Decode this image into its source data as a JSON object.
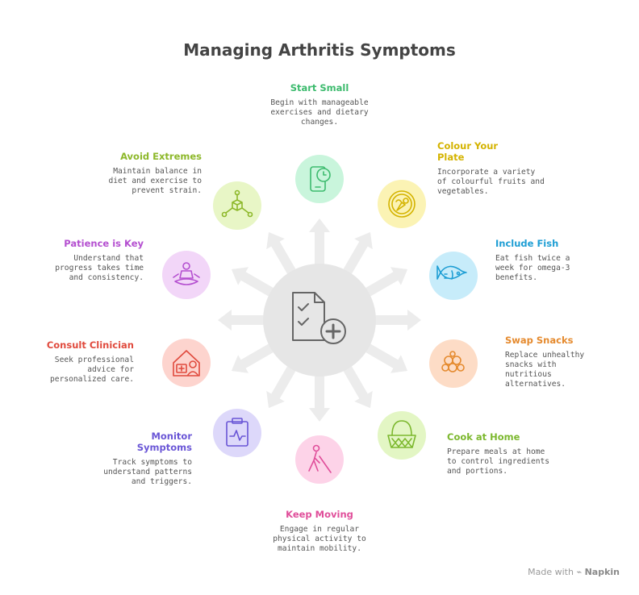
{
  "title": "Managing Arthritis Symptoms",
  "colors": {
    "hub": "#e6e6e6",
    "arrow": "#ececec",
    "icon_stroke": "#555555"
  },
  "items": [
    {
      "title": "Start Small",
      "description": "Begin with manageable\nexercises and dietary\nchanges.",
      "color": "#3dbb6e",
      "bg": "#c9f5dc",
      "icon": "phone-clock-icon"
    },
    {
      "title": "Colour Your\nPlate",
      "description": "Incorporate a variety\nof colourful fruits and\nvegetables.",
      "color": "#d4b300",
      "bg": "#fbf3b4",
      "icon": "plate-vegetables-icon"
    },
    {
      "title": "Include Fish",
      "description": "Eat fish twice a\nweek for omega-3\nbenefits.",
      "color": "#1e9ed4",
      "bg": "#c7ecfa",
      "icon": "fish-icon"
    },
    {
      "title": "Swap Snacks",
      "description": "Replace unhealthy\nsnacks with\nnutritious\nalternatives.",
      "color": "#e58a2e",
      "bg": "#fddcc6",
      "icon": "berry-icon"
    },
    {
      "title": "Cook at Home",
      "description": "Prepare meals at home\nto control ingredients\nand portions.",
      "color": "#7cb82e",
      "bg": "#e3f6c4",
      "icon": "basket-icon"
    },
    {
      "title": "Keep Moving",
      "description": "Engage in regular\nphysical activity to\nmaintain mobility.",
      "color": "#e04e9a",
      "bg": "#fdd3e8",
      "icon": "walking-cane-icon"
    },
    {
      "title": "Monitor\nSymptoms",
      "description": "Track symptoms to\nunderstand patterns\nand triggers.",
      "color": "#6a56d6",
      "bg": "#ddd8fa",
      "icon": "clipboard-pulse-icon"
    },
    {
      "title": "Consult Clinician",
      "description": "Seek professional\nadvice for\npersonalized care.",
      "color": "#e04a3d",
      "bg": "#fdd4ce",
      "icon": "home-medical-icon"
    },
    {
      "title": "Patience is Key",
      "description": "Understand that\nprogress takes time\nand consistency.",
      "color": "#b44fd0",
      "bg": "#f2d6f8",
      "icon": "meditation-icon"
    },
    {
      "title": "Avoid Extremes",
      "description": "Maintain balance in\ndiet and exercise to\nprevent strain.",
      "color": "#8db82a",
      "bg": "#e8f6c6",
      "icon": "network-cube-icon"
    }
  ],
  "hub_icon": "medical-document-icon",
  "footer": {
    "made_with": "Made with",
    "brand": "Napkin"
  }
}
